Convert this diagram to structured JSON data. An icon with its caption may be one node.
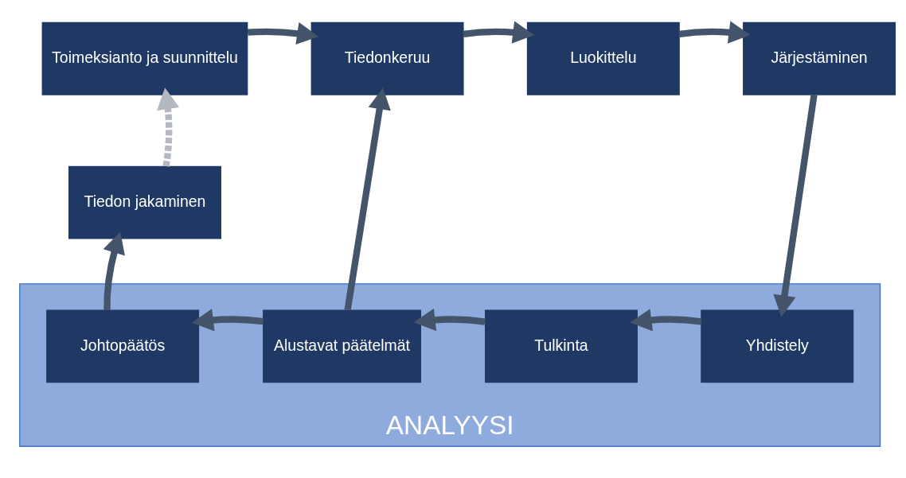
{
  "diagram": {
    "nodes": [
      {
        "text": [
          "ANALYYSI"
        ]
      },
      {
        "text": [
          "Toimeksianto ja suunnittelu"
        ]
      },
      {
        "text": [
          "Tiedonkeruu"
        ]
      },
      {
        "text": [
          "Luokittelu"
        ]
      },
      {
        "text": [
          "Järjestäminen"
        ]
      },
      {
        "text": [
          "Tiedon jakaminen"
        ]
      },
      {
        "text": [
          "Johtopäätös"
        ],
        "in": 0
      },
      {
        "text": [
          "Alustavat päätelmät"
        ],
        "in": 0
      },
      {
        "text": [
          "Tulkinta"
        ],
        "in": 0
      },
      {
        "text": [
          "Yhdistely"
        ],
        "in": 0
      }
    ],
    "edges": [
      {
        "from": 1,
        "to": 2,
        "arrow": "to"
      },
      {
        "from": 2,
        "to": 3,
        "arrow": "to"
      },
      {
        "from": 3,
        "to": 4,
        "arrow": "to"
      },
      {
        "from": 4,
        "to": 9,
        "arrow": "to"
      },
      {
        "from": 9,
        "to": 8,
        "arrow": "to"
      },
      {
        "from": 8,
        "to": 7,
        "arrow": "to"
      },
      {
        "from": 7,
        "to": 6,
        "arrow": "to"
      },
      {
        "from": 7,
        "to": 2,
        "arrow": "to"
      },
      {
        "from": 6,
        "to": 5,
        "arrow": "to"
      },
      {
        "from": 5,
        "to": 1,
        "arrow": "to",
        "style": "dashed",
        "color": "#b4b8c0"
      }
    ]
  }
}
